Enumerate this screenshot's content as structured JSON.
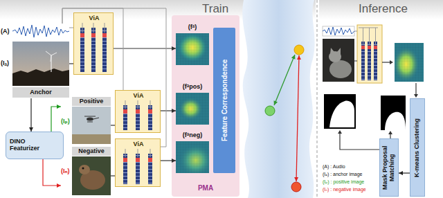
{
  "diagram": {
    "nodes": [
      {
        "text": [
          "Train"
        ]
      },
      {
        "text": [
          "Inference"
        ]
      },
      {
        "text": [
          "(A)"
        ],
        "in": 0
      },
      {
        "text": [
          "(Iₐ)",
          "Anchor"
        ],
        "in": 0
      },
      {
        "text": [
          "DINO Featurizer"
        ],
        "in": 0
      },
      {
        "text": [
          "(Iₚ)",
          "Positive"
        ],
        "in": 0
      },
      {
        "text": [
          "(Iₙ)",
          "Negative"
        ],
        "in": 0
      },
      {
        "text": [
          "ViA"
        ],
        "in": 0
      },
      {
        "text": [
          "ViA"
        ],
        "in": 0
      },
      {
        "text": [
          "ViA"
        ],
        "in": 0
      },
      {
        "text": [
          "PMA"
        ],
        "in": 0
      },
      {
        "text": [
          "(fᵃ)"
        ],
        "in": 10
      },
      {
        "text": [
          "(fᵃpos)"
        ],
        "in": 10
      },
      {
        "text": [
          "(fᵃneg)"
        ],
        "in": 10
      },
      {
        "text": [
          "Feature Correspondence"
        ],
        "in": 10
      },
      {
        "text": [
          "K-means Clustering"
        ],
        "in": 1
      },
      {
        "text": [
          "Mask Proposal Matching"
        ],
        "in": 1
      }
    ],
    "edges": [
      {
        "from": 3,
        "to": 4,
        "arrow": "to"
      },
      {
        "from": 4,
        "to": 5,
        "arrow": "to"
      },
      {
        "from": 4,
        "to": 6,
        "arrow": "to"
      },
      {
        "from": 3,
        "to": 7,
        "arrow": "none"
      },
      {
        "from": 7,
        "to": 11,
        "arrow": "to"
      },
      {
        "from": 5,
        "to": 8,
        "arrow": "none"
      },
      {
        "from": 8,
        "to": 12,
        "arrow": "to"
      },
      {
        "from": 6,
        "to": 9,
        "arrow": "none"
      },
      {
        "from": 9,
        "to": 13,
        "arrow": "to"
      },
      {
        "from": 2,
        "to": 7,
        "arrow": "none"
      },
      {
        "from": 2,
        "to": 8,
        "arrow": "none"
      },
      {
        "from": 2,
        "to": 9,
        "arrow": "none"
      },
      {
        "from": 15,
        "to": 16,
        "arrow": "to"
      }
    ],
    "labels": [
      "(A) : Audio",
      "(Iₐ) : anchor image",
      "(Iₚ) : positive image",
      "(Iₙ) : negative image"
    ]
  }
}
